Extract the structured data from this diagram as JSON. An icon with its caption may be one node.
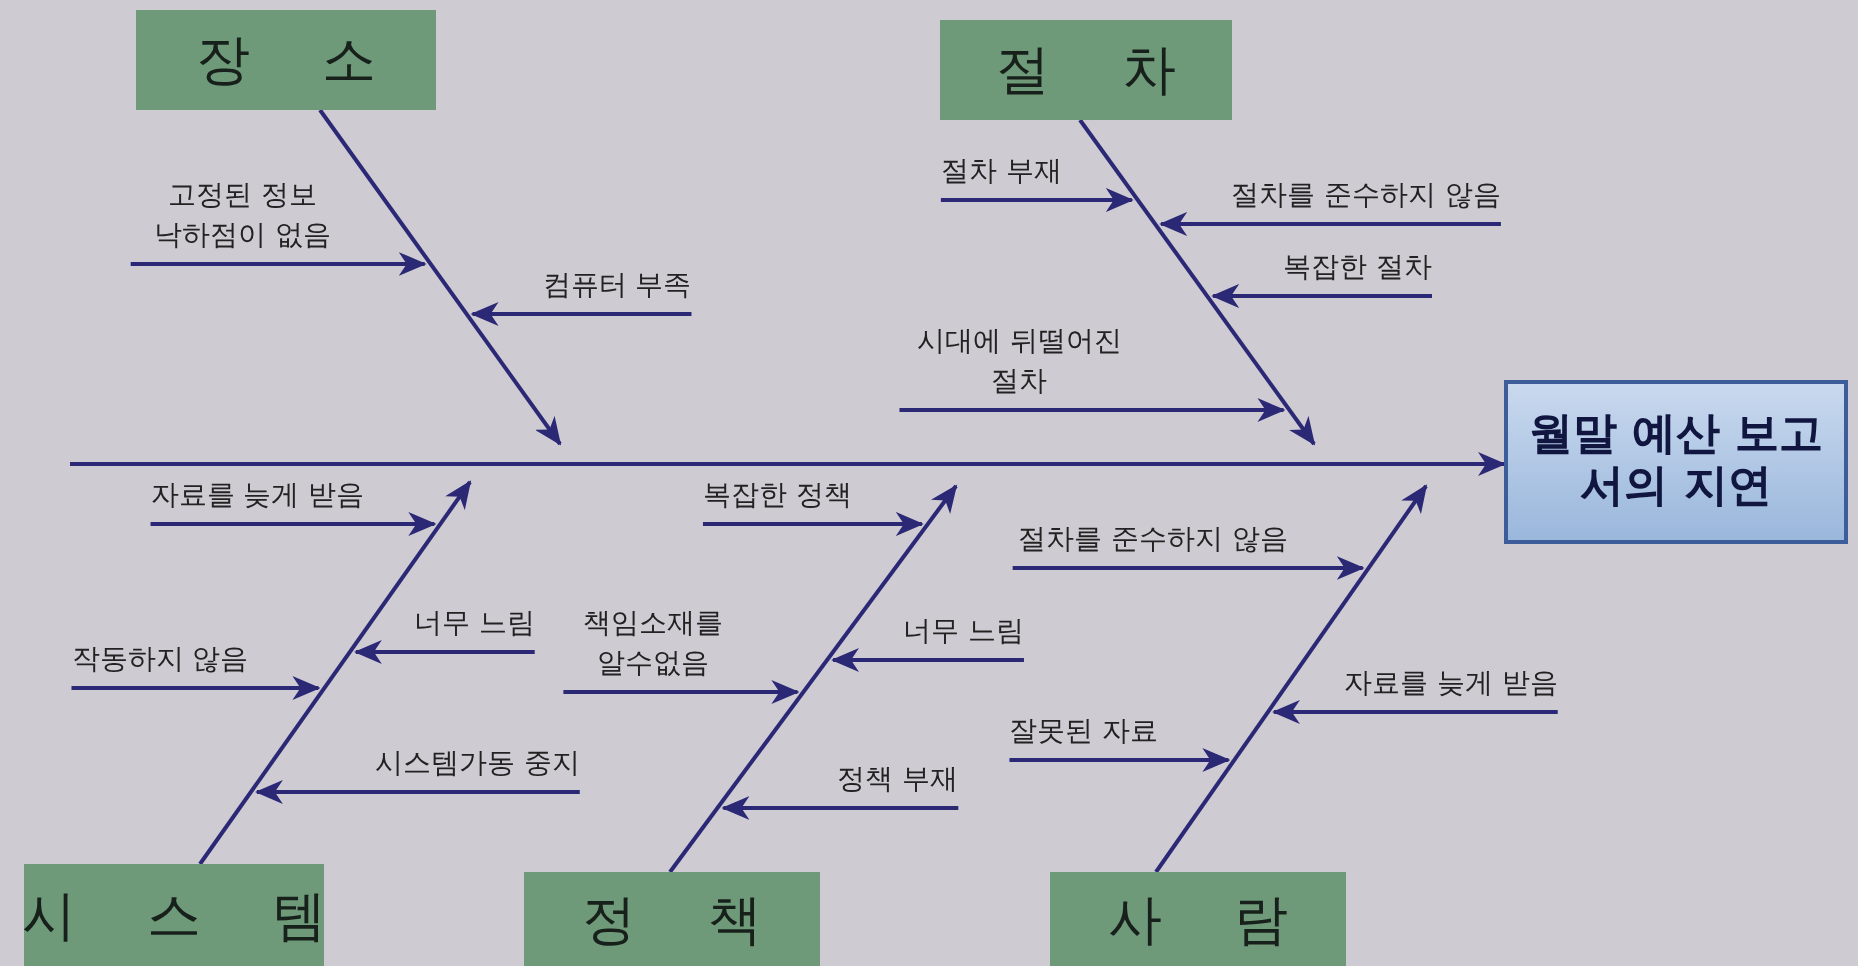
{
  "diagram": {
    "nodes": [
      {
        "text": [
          "장 소"
        ]
      },
      {
        "text": [
          "고정된 정보 낙하점이 없음"
        ]
      },
      {
        "text": [
          "컴퓨터 부족"
        ]
      },
      {
        "text": [
          "절 차"
        ]
      },
      {
        "text": [
          "절차 부재"
        ]
      },
      {
        "text": [
          "절차를 준수하지 않음"
        ]
      },
      {
        "text": [
          "복잡한 절차"
        ]
      },
      {
        "text": [
          "시대에 뒤떨어진 절차"
        ]
      },
      {
        "text": [
          "월말 예산 보고서의 지연"
        ]
      },
      {
        "text": [
          "시 스 템"
        ]
      },
      {
        "text": [
          "자료를 늦게 받음"
        ]
      },
      {
        "text": [
          "너무 느림"
        ]
      },
      {
        "text": [
          "작동하지 않음"
        ]
      },
      {
        "text": [
          "시스템가동 중지"
        ]
      },
      {
        "text": [
          "정 책"
        ]
      },
      {
        "text": [
          "복잡한 정책"
        ]
      },
      {
        "text": [
          "너무 느림"
        ]
      },
      {
        "text": [
          "책임소재를 알수없음"
        ]
      },
      {
        "text": [
          "정책 부재"
        ]
      },
      {
        "text": [
          "사 람"
        ]
      },
      {
        "text": [
          "절차를 준수하지 않음"
        ]
      },
      {
        "text": [
          "자료를 늦게 받음"
        ]
      },
      {
        "text": [
          "잘못된 자료"
        ]
      }
    ],
    "edges": [
      {
        "from": null,
        "to": 8,
        "arrow": "to"
      },
      {
        "from": 0,
        "to": null,
        "arrow": "to"
      },
      {
        "from": 3,
        "to": null,
        "arrow": "to"
      },
      {
        "from": 9,
        "to": null,
        "arrow": "to"
      },
      {
        "from": 14,
        "to": null,
        "arrow": "to"
      },
      {
        "from": 19,
        "to": null,
        "arrow": "to"
      },
      {
        "from": 1,
        "to": null,
        "arrow": "to"
      },
      {
        "from": 2,
        "to": null,
        "arrow": "to"
      },
      {
        "from": 4,
        "to": null,
        "arrow": "to"
      },
      {
        "from": 5,
        "to": null,
        "arrow": "to"
      },
      {
        "from": 6,
        "to": null,
        "arrow": "to"
      },
      {
        "from": 7,
        "to": null,
        "arrow": "to"
      },
      {
        "from": 10,
        "to": null,
        "arrow": "to"
      },
      {
        "from": 11,
        "to": null,
        "arrow": "to"
      },
      {
        "from": 12,
        "to": null,
        "arrow": "to"
      },
      {
        "from": 13,
        "to": null,
        "arrow": "to"
      },
      {
        "from": 15,
        "to": null,
        "arrow": "to"
      },
      {
        "from": 16,
        "to": null,
        "arrow": "to"
      },
      {
        "from": 17,
        "to": null,
        "arrow": "to"
      },
      {
        "from": 18,
        "to": null,
        "arrow": "to"
      },
      {
        "from": 20,
        "to": null,
        "arrow": "to"
      },
      {
        "from": 21,
        "to": null,
        "arrow": "to"
      },
      {
        "from": 22,
        "to": null,
        "arrow": "to"
      }
    ]
  }
}
